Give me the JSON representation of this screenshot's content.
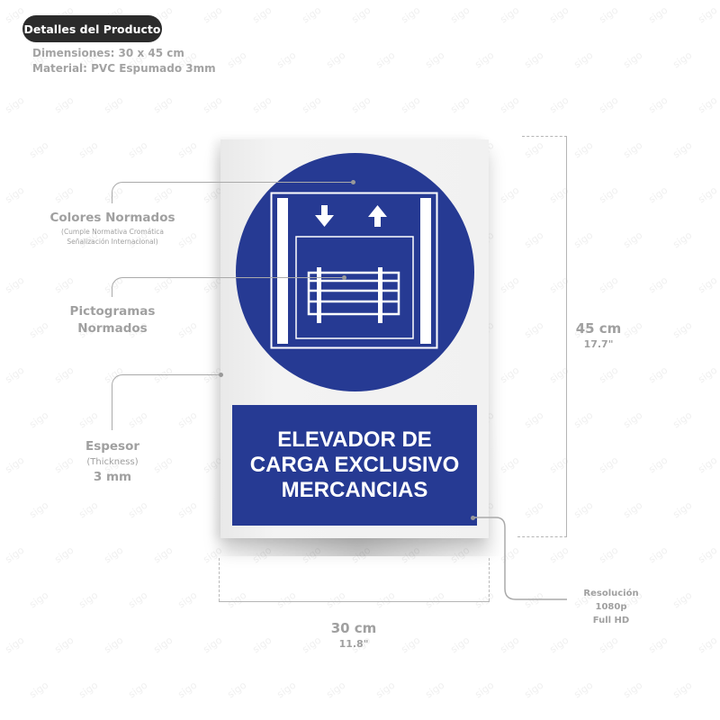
{
  "header": {
    "badge_label": "Detalles del Producto",
    "dimensions": "Dimensiones: 30 x 45 cm",
    "material": "Material: PVC Espumado 3mm"
  },
  "callouts": {
    "colors": {
      "title": "Colores Normados",
      "note_line1": "(Cumple Normativa Cromática",
      "note_line2": "Señalización Internacional)"
    },
    "pictograms": {
      "line1": "Pictogramas",
      "line2": "Normados"
    },
    "thickness": {
      "title": "Espesor",
      "subtitle": "(Thickness)",
      "value": "3 mm"
    },
    "resolution": {
      "line1": "Resolución",
      "line2": "1080p",
      "line3": "Full HD"
    }
  },
  "sign": {
    "text_line1": "ELEVADOR DE",
    "text_line2": "CARGA EXCLUSIVO",
    "text_line3": "MERCANCIAS",
    "pictogram": "freight-elevator-icon",
    "color_blue": "#263a93",
    "color_panel": "#f1f1f1"
  },
  "dimensions": {
    "height_cm": "45 cm",
    "height_in": "17.7\"",
    "width_cm": "30 cm",
    "width_in": "11.8\""
  },
  "watermark": "sigo"
}
